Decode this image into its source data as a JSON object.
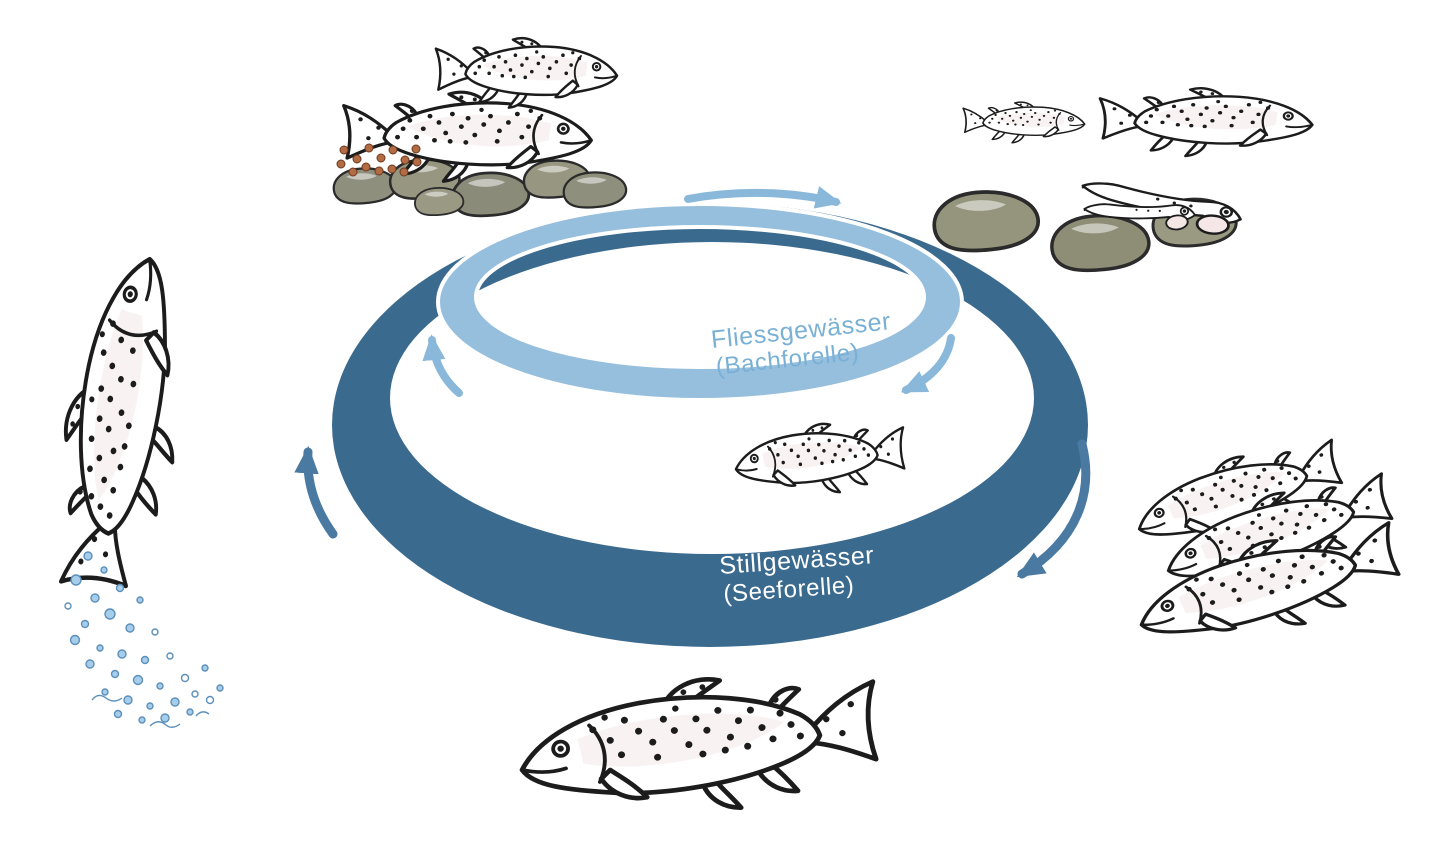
{
  "diagram": {
    "subject": "trout-life-cycle",
    "rings": {
      "upper": {
        "label_line1": "Fliessgewässer",
        "label_line2": "(Bachforelle)",
        "band_color": "#96bedd",
        "label_color": "#79b0d5"
      },
      "lower": {
        "label_line1": "Stillgewässer",
        "label_line2": "(Seeforelle)",
        "band_color": "#3b6a8f",
        "label_color": "#ffffff"
      }
    },
    "arrows": {
      "light_color": "#8ab8da",
      "dark_color": "#4a7aa2",
      "direction": "clockwise"
    },
    "stages": {
      "spawning": "spawning-adult-trout-pair-with-eggs-over-gravel",
      "hatch": "trout-fry-and-alevins-on-streambed-stones",
      "juvenile": "young-trout-in-cycle-center",
      "lake_school": "adult-trout-school-in-lake",
      "adult": "large-adult-trout",
      "migration": "leaping-trout-with-water-spray"
    },
    "palette": {
      "egg_color": "#b26b42",
      "stone_color": "#95947c",
      "gravel_color": "#8f8f7e",
      "spray_color": "#a6cde9",
      "line_color": "#1c1c1c"
    }
  }
}
